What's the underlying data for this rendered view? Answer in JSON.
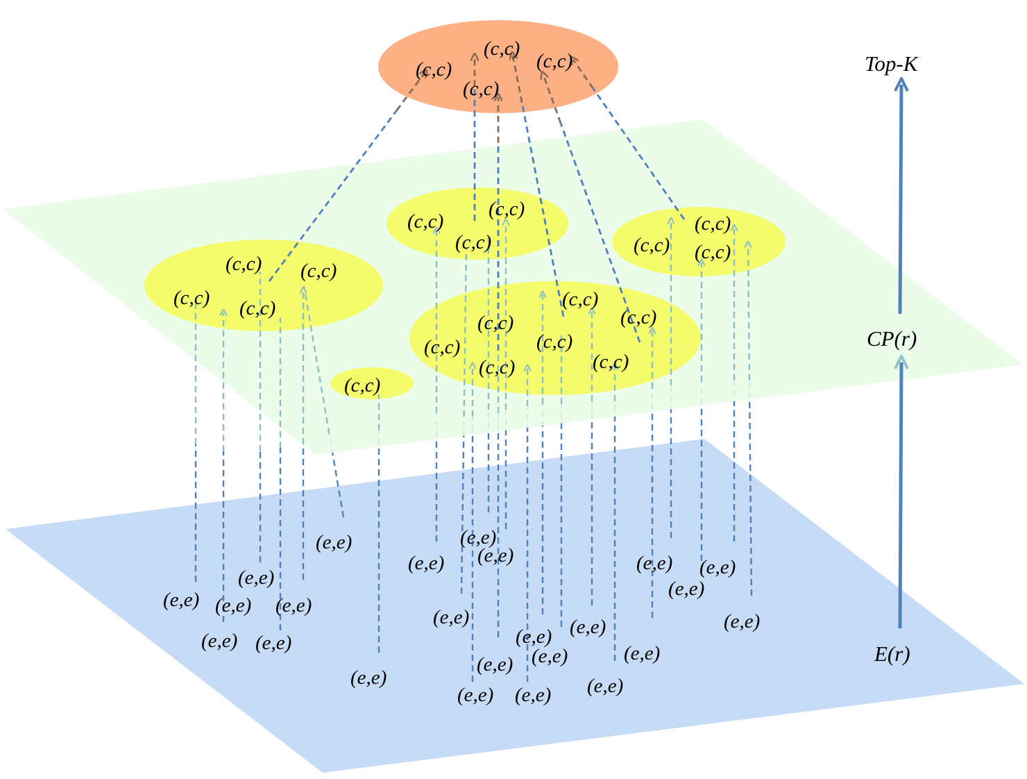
{
  "layers": {
    "base": {
      "label": "E(r)",
      "color": "#c6dbf6"
    },
    "middle": {
      "label": "CP(r)",
      "color": "#e8fce6"
    },
    "top": {
      "label": "Top-K",
      "color": "#fcb083"
    }
  },
  "colors": {
    "cluster_fill": "#f4fc6c",
    "dashed_dark": "#4f7fbf",
    "dashed_light": "#7aa7d8",
    "dashed_teal": "#8dbdc5",
    "arrow_main": "#4f81bd",
    "arrow_light": "#92c4cc"
  },
  "labels": {
    "entity_pair": "(e,e)",
    "concept_pair": "(c,c)"
  }
}
